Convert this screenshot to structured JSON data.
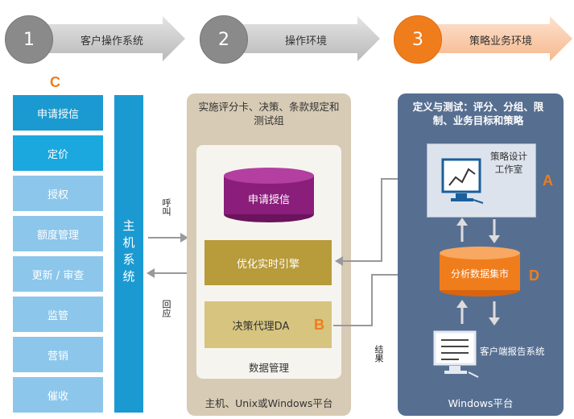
{
  "steps": [
    {
      "number": "1",
      "label": "客户操作系统"
    },
    {
      "number": "2",
      "label": "操作环境"
    },
    {
      "number": "3",
      "label": "策略业务环境"
    }
  ],
  "markers": {
    "c": "C",
    "a": "A",
    "b": "B",
    "d": "D"
  },
  "left_menu": [
    "申请授信",
    "定价",
    "授权",
    "额度管理",
    "更新 / 审查",
    "监管",
    "营销",
    "催收"
  ],
  "mainframe_label": [
    "主",
    "机",
    "系",
    "统"
  ],
  "arrows": {
    "call": "呼叫",
    "response": "回应",
    "result": "结果"
  },
  "middle_panel": {
    "title": "实施评分卡、决策、条款规定和测试组",
    "cylinder": "申请授信",
    "engine": "优化实时引擎",
    "da": "决策代理DA",
    "data_mgmt": "数据管理",
    "footer": "主机、Unix或Windows平台"
  },
  "right_panel": {
    "title": "定义与测试：评分、分组、限制、业务目标和策略",
    "studio": "策略设计工作室",
    "datamart": "分析数据集市",
    "report": "客户端报告系统",
    "footer": "Windows平台"
  },
  "colors": {
    "menu_active": "#1a9ad1",
    "menu_light": "#8cc6ea",
    "mainframe": "#1a9ad1",
    "middle_panel": "#d7cbb5",
    "engine": "#b89b3a",
    "da": "#d6c47f",
    "cylinder": "#8a1e7a",
    "right_panel": "#566f91",
    "orange": "#f07d1c"
  }
}
